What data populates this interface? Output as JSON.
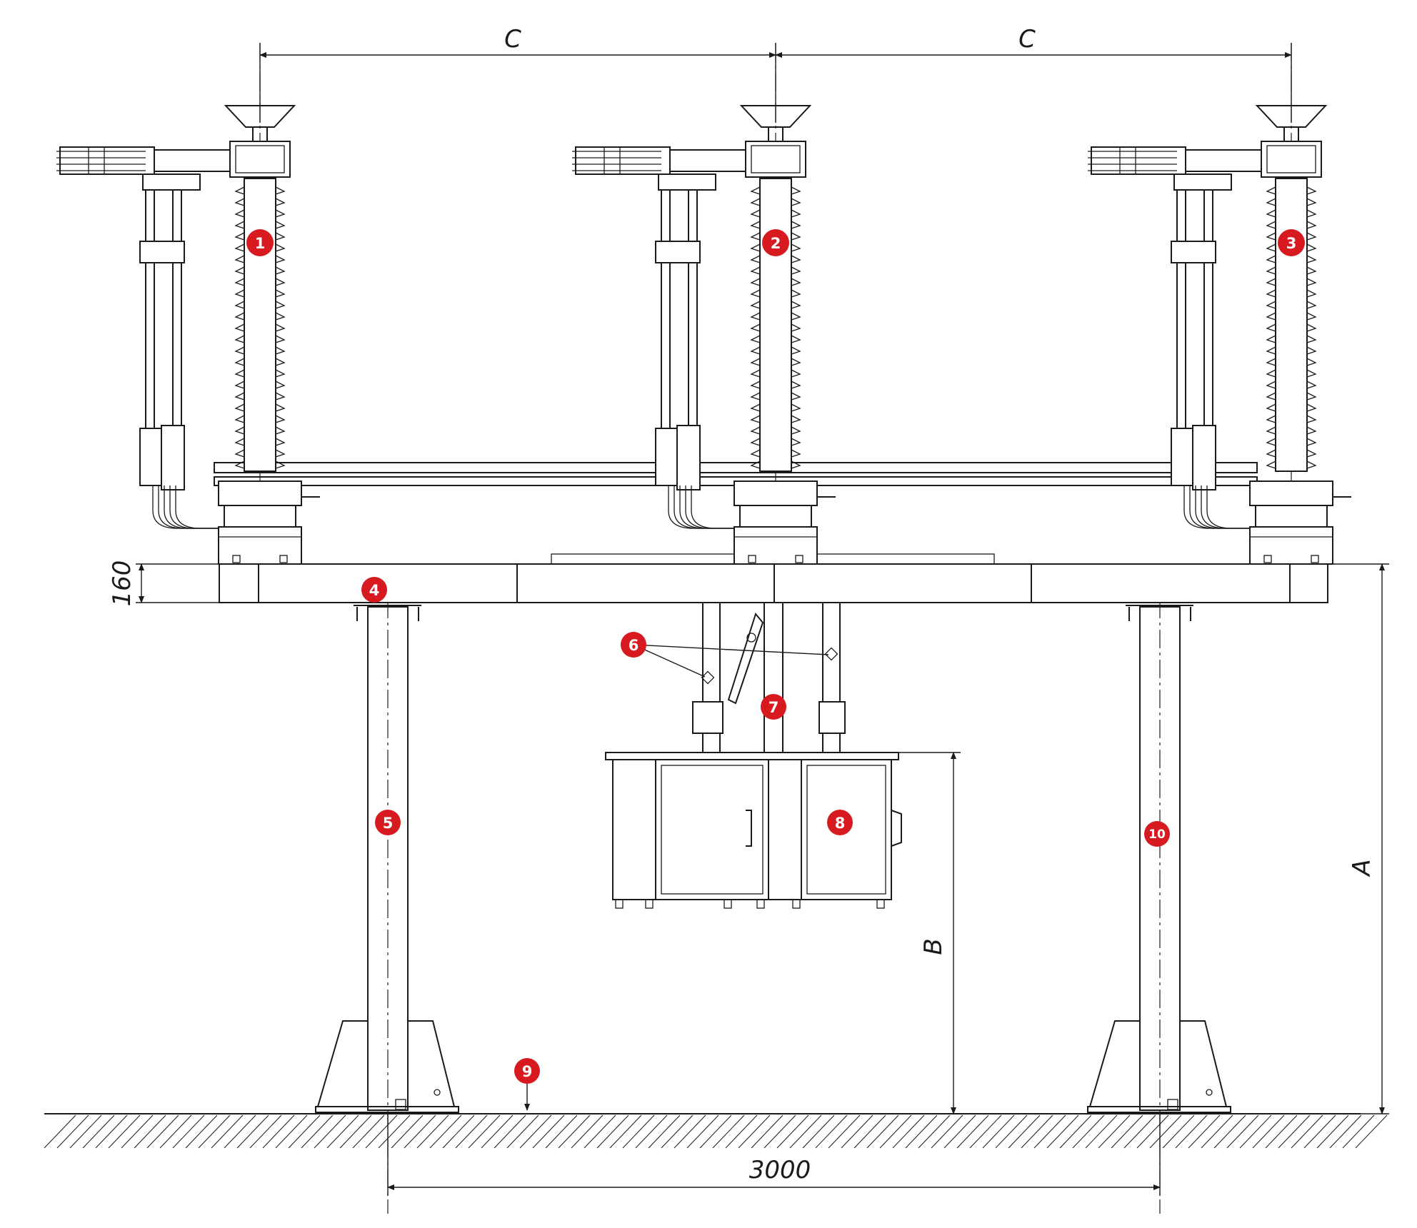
{
  "dimensions": {
    "c_left": "C",
    "c_right": "C",
    "height_160": "160",
    "a": "A",
    "b": "B",
    "span_3000": "3000"
  },
  "markers": [
    "1",
    "2",
    "3",
    "4",
    "5",
    "6",
    "7",
    "8",
    "9",
    "10"
  ],
  "colors": {
    "marker": "#d71920",
    "line": "#1a1a1a",
    "background": "#ffffff"
  }
}
